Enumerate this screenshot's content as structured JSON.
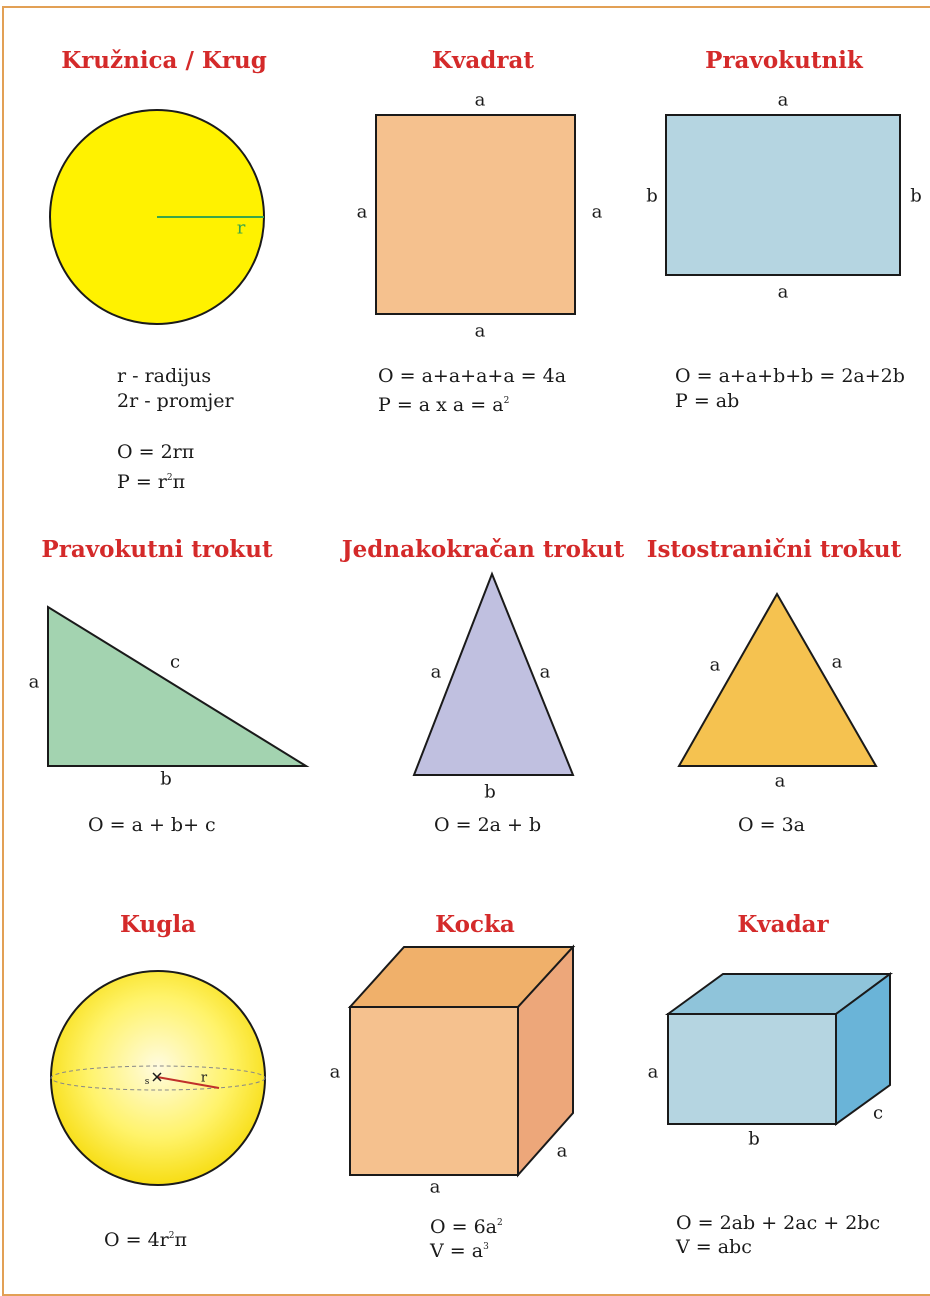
{
  "sections": {
    "circle": {
      "title": "Kružnica / Krug",
      "radius_label": "r",
      "legend": [
        "r - radijus",
        "2r - promjer"
      ],
      "formulas": [
        "O = 2rπ",
        "P = r²π"
      ]
    },
    "square": {
      "title": "Kvadrat",
      "labels": {
        "top": "a",
        "bottom": "a",
        "left": "a",
        "right": "a"
      },
      "formulas": [
        "O = a+a+a+a = 4a",
        "P = a x a = a²"
      ]
    },
    "rectangle": {
      "title": "Pravokutnik",
      "labels": {
        "top": "a",
        "bottom": "a",
        "left": "b",
        "right": "b"
      },
      "formulas": [
        "O = a+a+b+b = 2a+2b",
        "P = ab"
      ]
    },
    "right_triangle": {
      "title": "Pravokutni trokut",
      "labels": {
        "vertical": "a",
        "base": "b",
        "hypotenuse": "c"
      },
      "formulas": [
        "O = a + b+ c"
      ]
    },
    "isosceles_triangle": {
      "title": "Jednakokračan trokut",
      "labels": {
        "left": "a",
        "right": "a",
        "base": "b"
      },
      "formulas": [
        "O = 2a + b"
      ]
    },
    "equilateral_triangle": {
      "title": "Istostranični trokut",
      "labels": {
        "left": "a",
        "right": "a",
        "base": "a"
      },
      "formulas": [
        "O = 3a"
      ]
    },
    "sphere": {
      "title": "Kugla",
      "labels": {
        "center": "s",
        "radius": "r"
      },
      "formulas": [
        "O = 4r²π"
      ]
    },
    "cube": {
      "title": "Kocka",
      "labels": {
        "height": "a",
        "width": "a",
        "depth": "a"
      },
      "formulas": [
        "O = 6a²",
        "V = a³"
      ]
    },
    "cuboid": {
      "title": "Kvadar",
      "labels": {
        "height": "a",
        "width": "b",
        "depth": "c"
      },
      "formulas": [
        "O = 2ab + 2ac + 2bc",
        "V = abc"
      ]
    }
  },
  "colors": {
    "border": "#e2a055",
    "title": "#d42a2a",
    "circle_fill": "#fff200",
    "radius_line": "#3aa64a",
    "square_fill": "#f5c18e",
    "rectangle_fill": "#b5d5e1",
    "right_triangle_fill": "#a3d3b0",
    "isosceles_fill": "#c0c0e0",
    "equilateral_fill": "#f5c250",
    "sphere_fill": "#fff36a",
    "cube_front": "#f5c18e",
    "cube_top": "#f0b06a",
    "cube_side": "#eda77a",
    "cuboid_front": "#b5d5e1",
    "cuboid_top": "#8fc4da",
    "cuboid_side": "#6ab4d8"
  }
}
